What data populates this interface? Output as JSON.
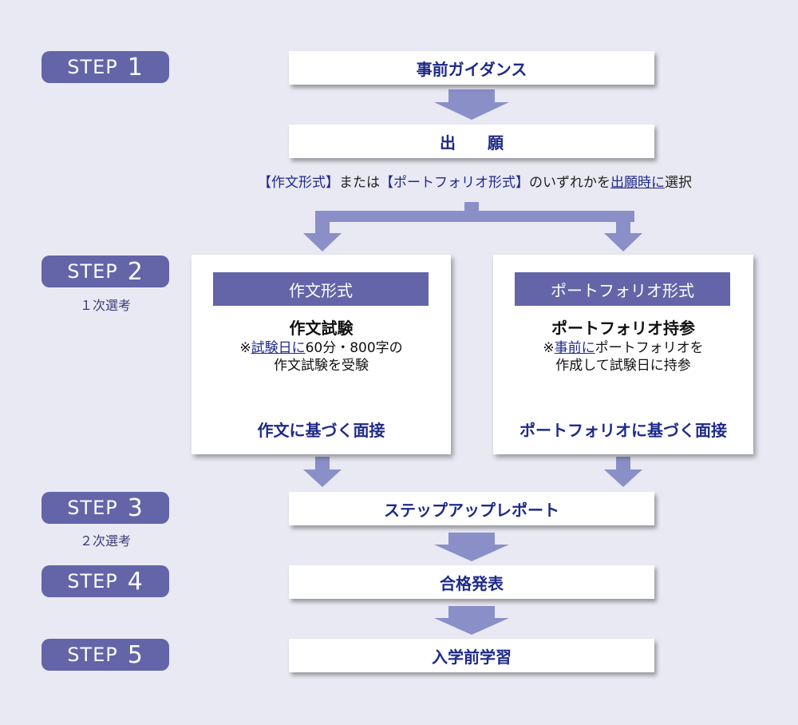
{
  "colors": {
    "background": "#e9e9f3",
    "accent": "#6365a8",
    "arrow": "#8b8fc8",
    "text_blue": "#1e2a88"
  },
  "steps": [
    {
      "label": "STEP",
      "number": "1"
    },
    {
      "label": "STEP",
      "number": "2",
      "sub": "１次選考"
    },
    {
      "label": "STEP",
      "number": "3",
      "sub": "２次選考"
    },
    {
      "label": "STEP",
      "number": "4"
    },
    {
      "label": "STEP",
      "number": "5"
    }
  ],
  "boxes": {
    "guidance": "事前ガイダンス",
    "application": "出　　願",
    "report": "ステップアップレポート",
    "result": "合格発表",
    "prelearning": "入学前学習"
  },
  "note": {
    "part1": "【作文形式】",
    "part2": "または",
    "part3": "【ポートフォリオ形式】",
    "part4": "のいずれかを",
    "part5": "出願時に",
    "part6": "選択"
  },
  "essay": {
    "header": "作文形式",
    "title": "作文試験",
    "desc_prefix": "※",
    "desc_underlined": "試験日に",
    "desc_rest": "60分・800字の",
    "desc_line2": "作文試験を受験",
    "result": "作文に基づく面接"
  },
  "portfolio": {
    "header": "ポートフォリオ形式",
    "title": "ポートフォリオ持参",
    "desc_prefix": "※",
    "desc_underlined": "事前に",
    "desc_rest": "ポートフォリオを",
    "desc_line2": "作成して試験日に持参",
    "result": "ポートフォリオに基づく面接"
  }
}
